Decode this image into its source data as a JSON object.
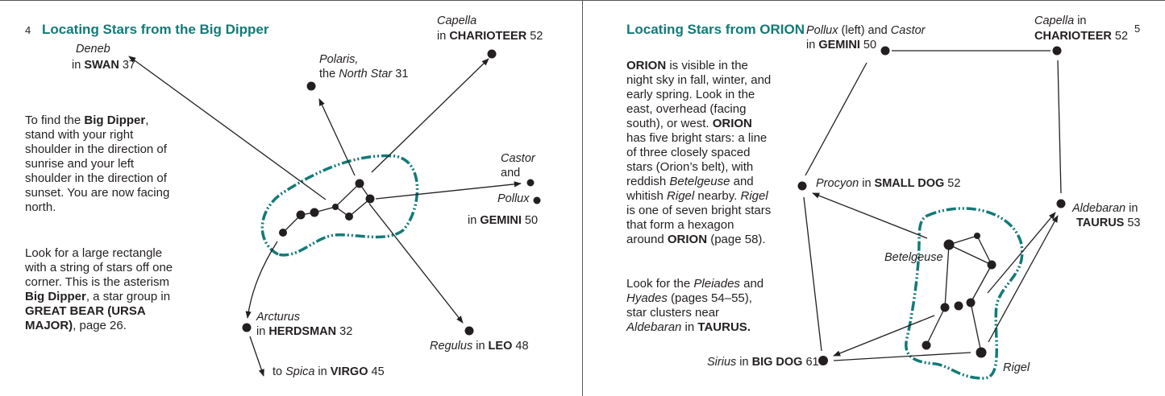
{
  "left_page": {
    "page_number": "4",
    "title": "Locating Stars from the Big Dipper",
    "paragraphs": [
      [
        {
          "t": "To find the "
        },
        {
          "t": "Big Dipper",
          "s": "b"
        },
        {
          "t": ", stand with your right shoulder in the direction of sunrise and your left shoulder in the direction of sunset. You are now facing north."
        }
      ],
      [
        {
          "t": "Look for a large rectangle with a string of stars off one corner. This is the asterism "
        },
        {
          "t": "Big Dipper",
          "s": "b"
        },
        {
          "t": ", a star group in "
        },
        {
          "t": "GREAT BEAR (URSA MAJOR)",
          "s": "b"
        },
        {
          "t": ", page 26."
        }
      ]
    ],
    "labels": {
      "deneb_1": [
        {
          "t": "Deneb",
          "s": "i"
        }
      ],
      "deneb_2": [
        {
          "t": "in "
        },
        {
          "t": "SWAN",
          "s": "b"
        },
        {
          "t": " 37"
        }
      ],
      "polaris_1": [
        {
          "t": "Polaris,",
          "s": "i"
        }
      ],
      "polaris_2": [
        {
          "t": "the "
        },
        {
          "t": "North Star",
          "s": "i"
        },
        {
          "t": " 31"
        }
      ],
      "capella_1": [
        {
          "t": "Capella",
          "s": "i"
        }
      ],
      "capella_2": [
        {
          "t": "in "
        },
        {
          "t": "CHARIOTEER",
          "s": "b"
        },
        {
          "t": " 52"
        }
      ],
      "castor_1": [
        {
          "t": "Castor",
          "s": "i"
        }
      ],
      "castor_2": [
        {
          "t": "and"
        }
      ],
      "pollux": [
        {
          "t": "Pollux",
          "s": "i"
        }
      ],
      "gemini": [
        {
          "t": "in "
        },
        {
          "t": "GEMINI",
          "s": "b"
        },
        {
          "t": " 50"
        }
      ],
      "arcturus_1": [
        {
          "t": "Arcturus",
          "s": "i"
        }
      ],
      "arcturus_2": [
        {
          "t": "in "
        },
        {
          "t": "HERDSMAN",
          "s": "b"
        },
        {
          "t": " 32"
        }
      ],
      "regulus": [
        {
          "t": "Regulus",
          "s": "i"
        },
        {
          "t": " in "
        },
        {
          "t": "LEO",
          "s": "b"
        },
        {
          "t": " 48"
        }
      ],
      "spica": [
        {
          "t": "to "
        },
        {
          "t": "Spica",
          "s": "i"
        },
        {
          "t": " in "
        },
        {
          "t": "VIRGO",
          "s": "b"
        },
        {
          "t": " 45"
        }
      ]
    }
  },
  "right_page": {
    "page_number": "5",
    "title": "Locating Stars from ORION",
    "paragraphs": [
      [
        {
          "t": "ORION",
          "s": "b"
        },
        {
          "t": " is visible in the night sky in fall, winter, and early spring. Look in the east, overhead (facing south), or west. "
        },
        {
          "t": "ORION",
          "s": "b"
        },
        {
          "t": " has five bright stars: a line of three closely spaced stars (Orion’s belt), with reddish "
        },
        {
          "t": "Betelgeuse",
          "s": "i"
        },
        {
          "t": " and whitish "
        },
        {
          "t": "Rigel",
          "s": "i"
        },
        {
          "t": " nearby. "
        },
        {
          "t": "Rigel",
          "s": "i"
        },
        {
          "t": " is one of seven bright stars that form a hexagon around "
        },
        {
          "t": "ORION",
          "s": "b"
        },
        {
          "t": " (page 58)."
        }
      ],
      [
        {
          "t": "Look for the "
        },
        {
          "t": "Pleiades",
          "s": "i"
        },
        {
          "t": " and "
        },
        {
          "t": "Hyades",
          "s": "i"
        },
        {
          "t": " (pages 54–55), star clusters near "
        },
        {
          "t": "Aldebaran",
          "s": "i"
        },
        {
          "t": " in "
        },
        {
          "t": "TAURUS.",
          "s": "b"
        }
      ]
    ],
    "labels": {
      "pollux_1": [
        {
          "t": "Pollux",
          "s": "i"
        },
        {
          "t": " (left) and "
        },
        {
          "t": "Castor",
          "s": "i"
        }
      ],
      "pollux_2": [
        {
          "t": "in "
        },
        {
          "t": "GEMINI",
          "s": "b"
        },
        {
          "t": " 50"
        }
      ],
      "capella_1": [
        {
          "t": "Capella",
          "s": "i"
        },
        {
          "t": " in"
        }
      ],
      "capella_2": [
        {
          "t": "CHARIOTEER",
          "s": "b"
        },
        {
          "t": " 52"
        }
      ],
      "procyon": [
        {
          "t": "Procyon",
          "s": "i"
        },
        {
          "t": " in "
        },
        {
          "t": "SMALL DOG",
          "s": "b"
        },
        {
          "t": " 52"
        }
      ],
      "aldebaran_1": [
        {
          "t": "Aldebaran",
          "s": "i"
        },
        {
          "t": " in"
        }
      ],
      "aldebaran_2": [
        {
          "t": "TAURUS",
          "s": "b"
        },
        {
          "t": " 53"
        }
      ],
      "betelgeuse": [
        {
          "t": "Betelgeuse",
          "s": "i"
        }
      ],
      "sirius": [
        {
          "t": "Sirius",
          "s": "i"
        },
        {
          "t": " in "
        },
        {
          "t": "BIG DOG",
          "s": "b"
        },
        {
          "t": " 61"
        }
      ],
      "rigel": [
        {
          "t": "Rigel",
          "s": "i"
        }
      ]
    }
  },
  "colors": {
    "accent": "#127a77",
    "ink": "#231f20"
  }
}
